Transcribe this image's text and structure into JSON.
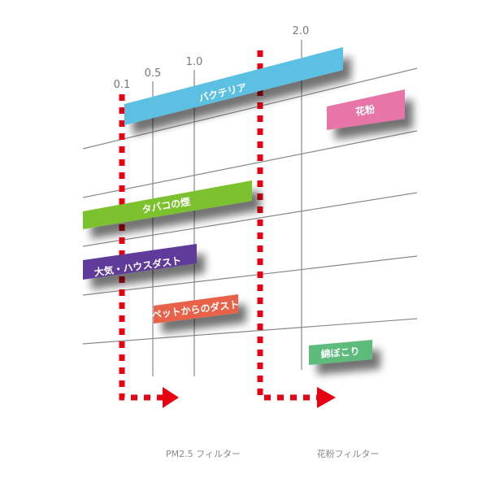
{
  "scale_ticks": [
    "0.1",
    "0.5",
    "1.0",
    "2.0"
  ],
  "particles": [
    {
      "label": "バクテリア",
      "color": "#5bc0e3"
    },
    {
      "label": "花粉",
      "color": "#e874a8"
    },
    {
      "label": "タバコの煙",
      "color": "#7cc12f"
    },
    {
      "label": "大気・ハウスダスト",
      "color": "#5e3b9a"
    },
    {
      "label": "ペットからのダスト",
      "color": "#e8624a"
    },
    {
      "label": "綿ぼこり",
      "color": "#5dbb7c"
    }
  ],
  "filters": [
    {
      "label": "PM2.5 フィルター",
      "color": "#e60012"
    },
    {
      "label": "花粉フィルター",
      "color": "#e60012"
    }
  ]
}
